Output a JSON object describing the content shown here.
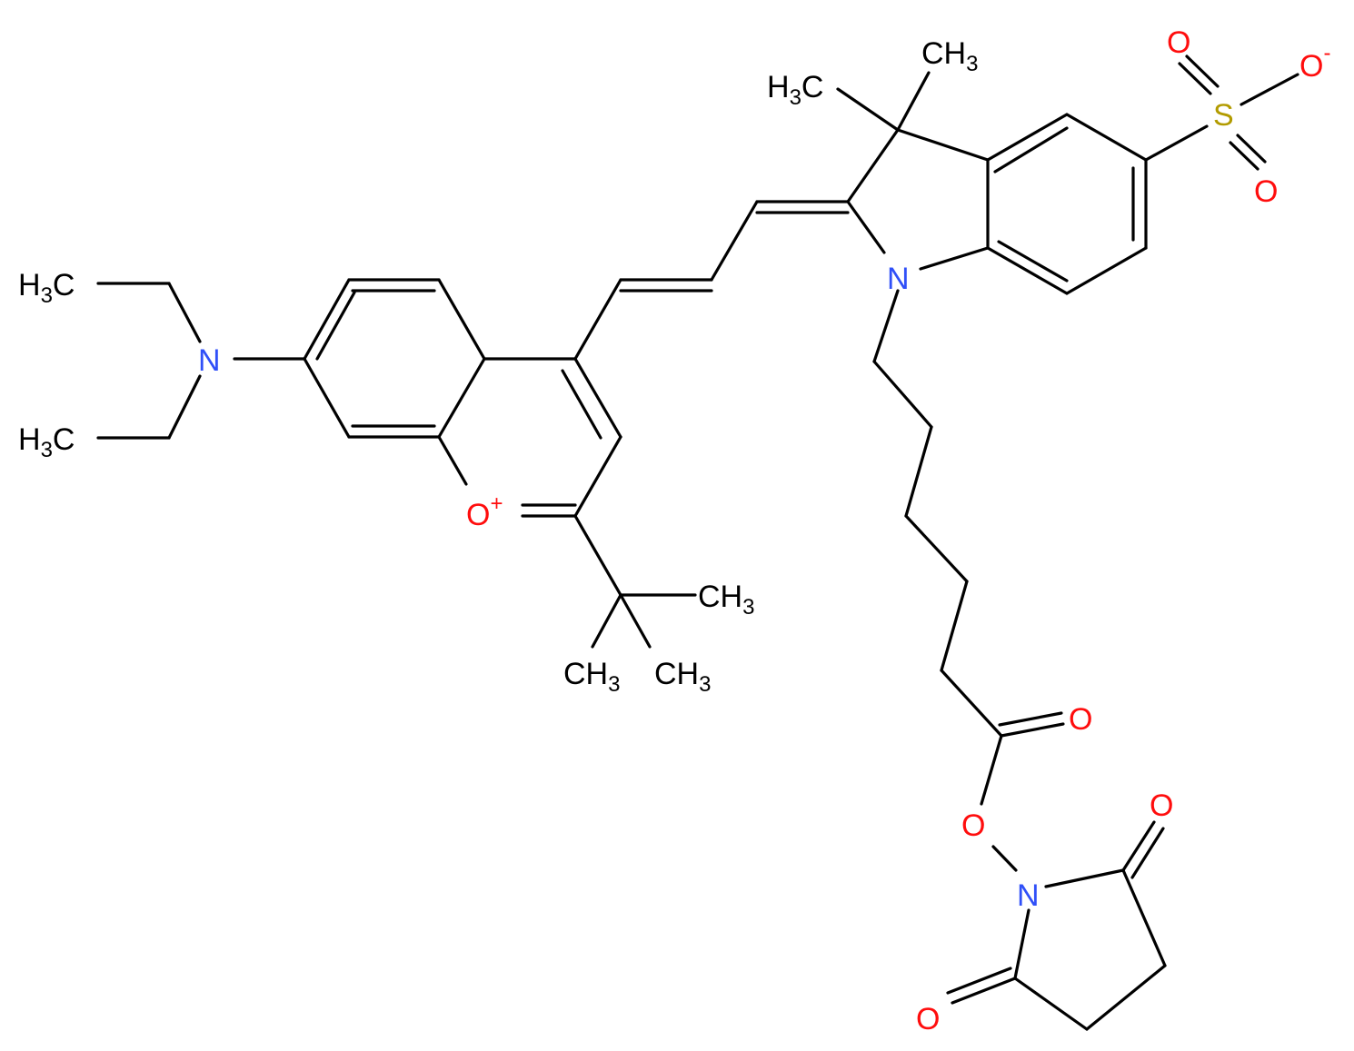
{
  "colors": {
    "bond": "#000000",
    "carbon_label": "#000000",
    "oxygen": "#ff0d0d",
    "nitrogen": "#3050f8",
    "sulfur": "#b29b00"
  },
  "labels": {
    "ch3_top_right": {
      "main": "CH",
      "sub": "3"
    },
    "h3c_top": {
      "main": "H",
      "sub": "3",
      "tail": "C"
    },
    "sulfonate_o_top": {
      "main": "O",
      "sup": "-"
    },
    "sulfonate_o_left": {
      "main": "O"
    },
    "sulfonate_s": {
      "main": "S"
    },
    "sulfonate_o_bottom": {
      "main": "O"
    },
    "indole_n": {
      "main": "N"
    },
    "amine_n": {
      "main": "N"
    },
    "ethyl_h3c_top": {
      "main": "H",
      "sub": "3",
      "tail": "C"
    },
    "ethyl_h3c_bottom": {
      "main": "H",
      "sub": "3",
      "tail": "C"
    },
    "pyrylium_o": {
      "main": "O",
      "sup": "+"
    },
    "tbu_ch3_right": {
      "main": "CH",
      "sub": "3"
    },
    "tbu_ch3_left": {
      "main": "CH",
      "sub": "3"
    },
    "tbu_ch3_mid": {
      "main": "CH",
      "sub": "3"
    },
    "ester_o_carbonyl": {
      "main": "O"
    },
    "ester_o_link": {
      "main": "O"
    },
    "succ_o_top": {
      "main": "O"
    },
    "succ_n": {
      "main": "N"
    },
    "succ_o_bottom": {
      "main": "O"
    }
  }
}
